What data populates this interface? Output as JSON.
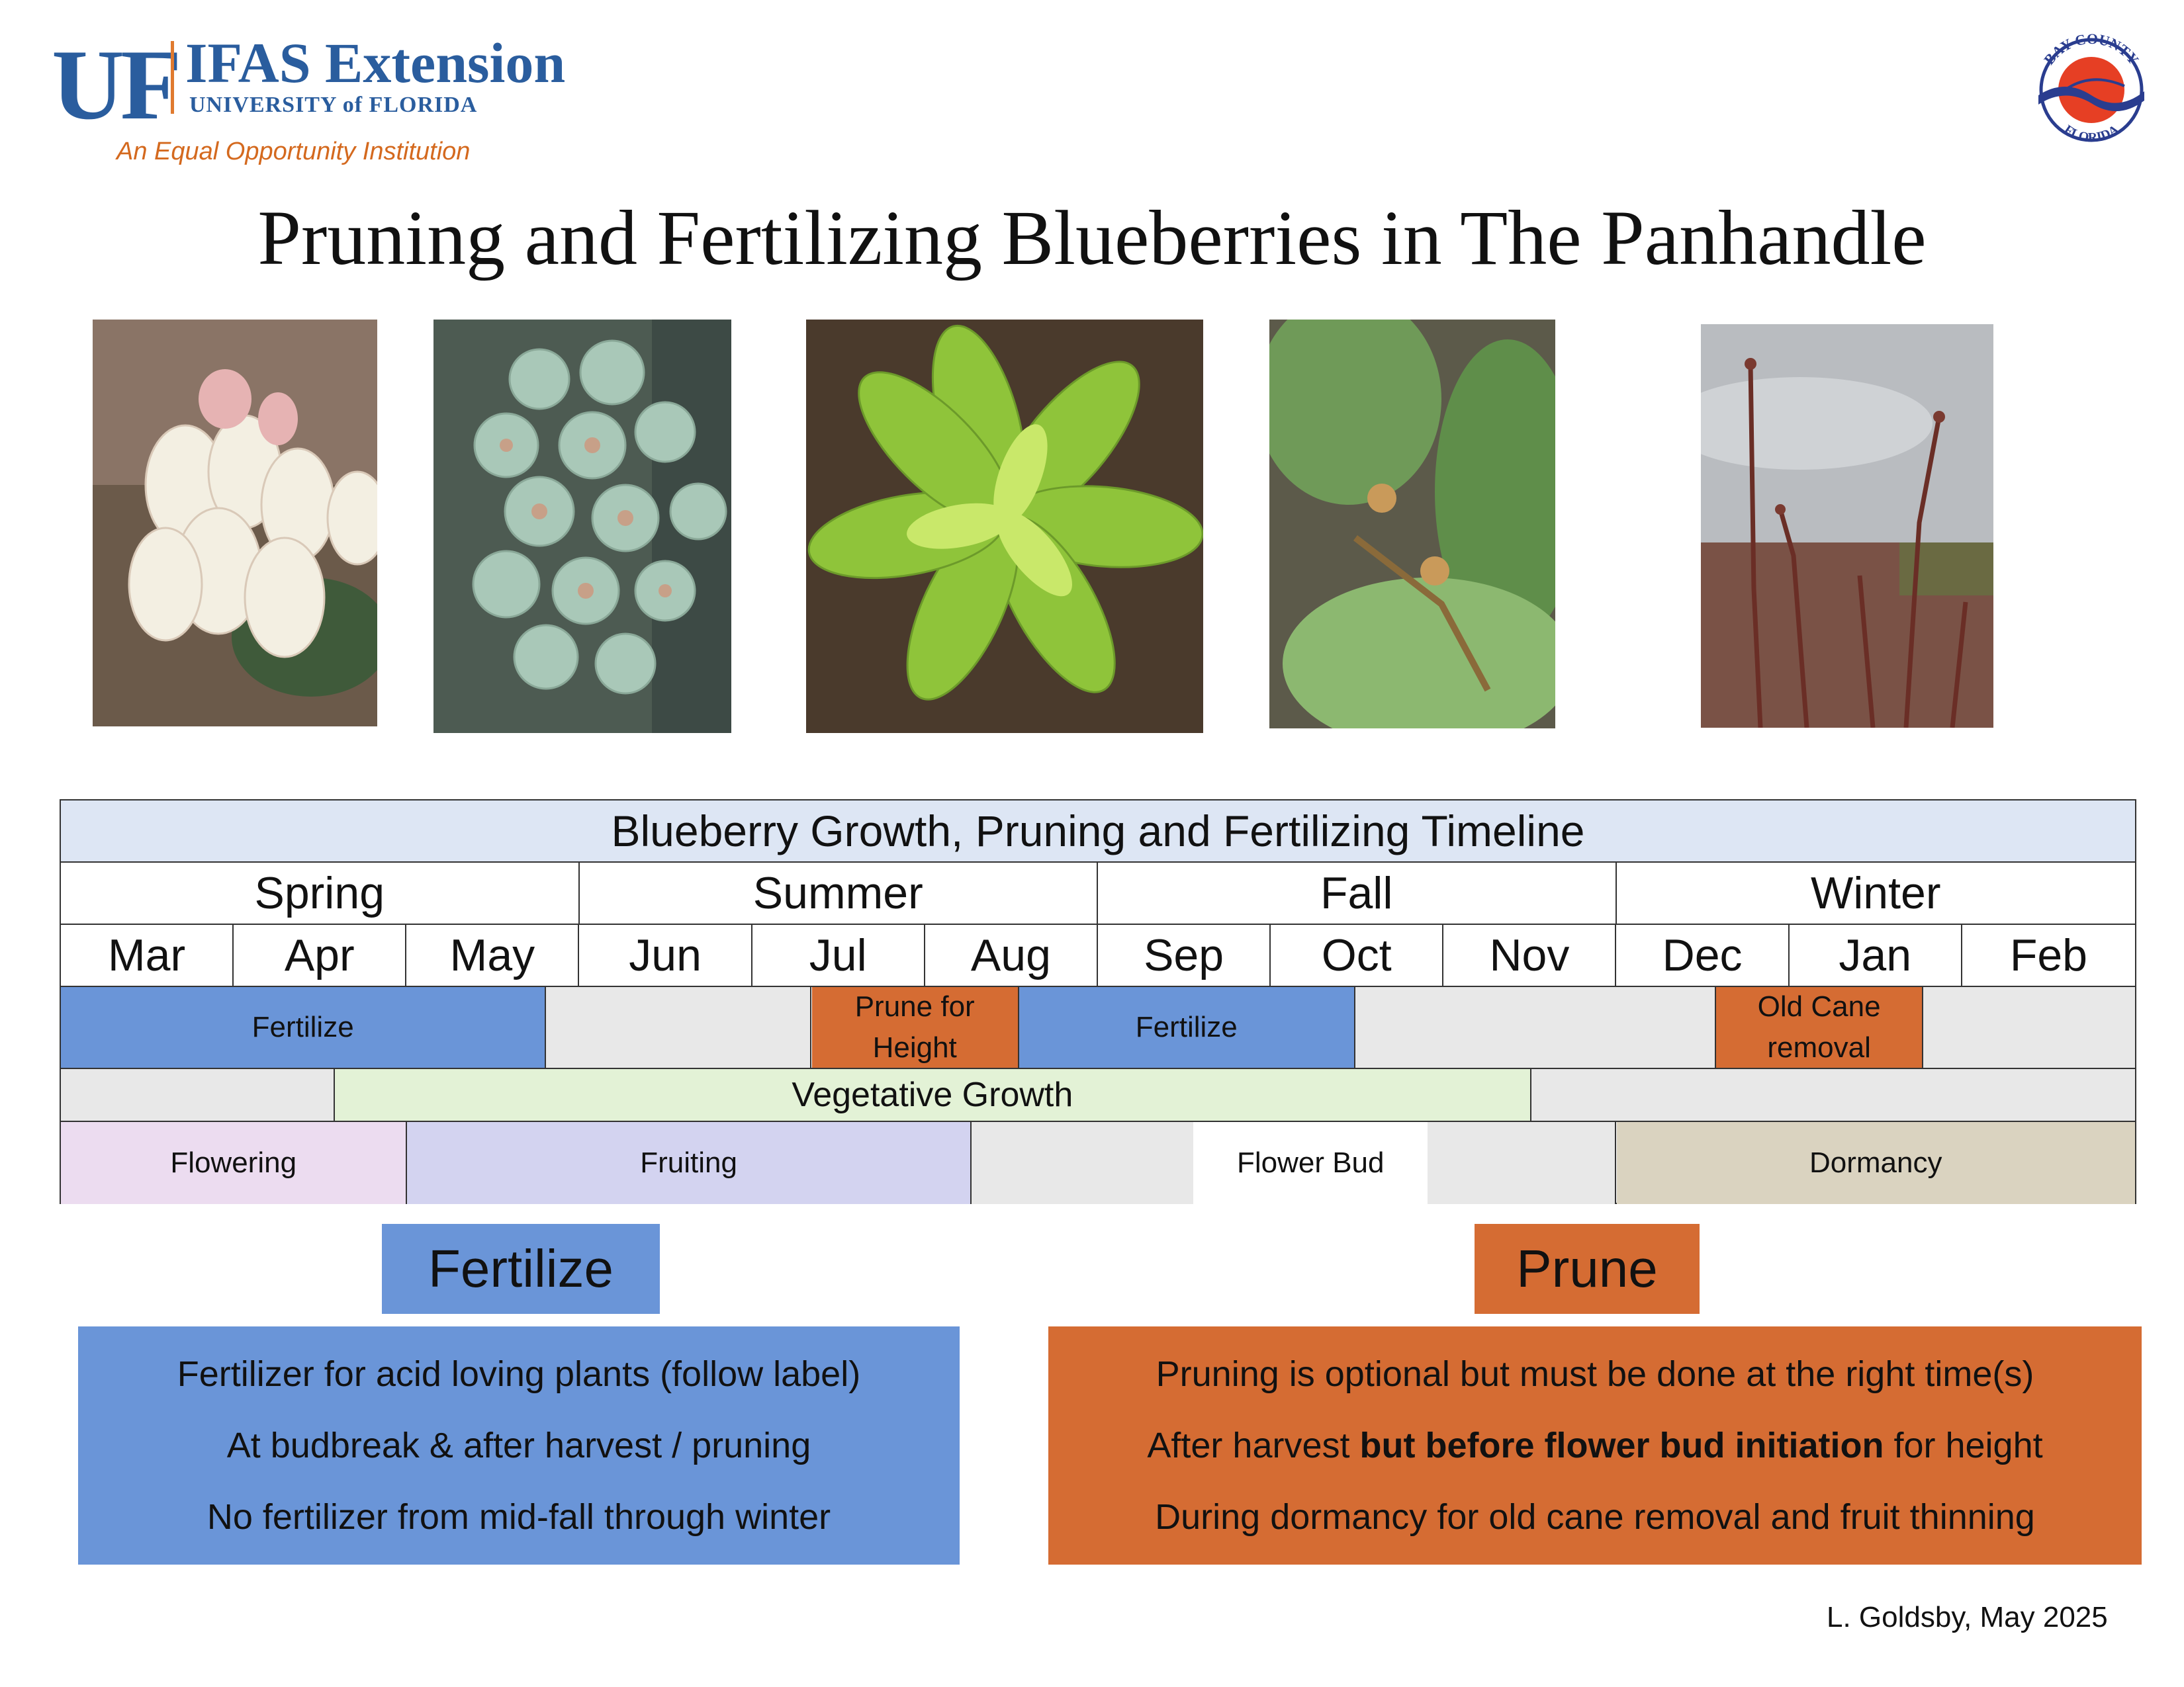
{
  "header": {
    "uf": "UF",
    "ifas": "IFAS Extension",
    "university": "UNIVERSITY of FLORIDA",
    "equal_opportunity": "An Equal Opportunity Institution",
    "seal_top": "BAY COUNTY",
    "seal_bottom": "FLORIDA"
  },
  "title": "Pruning and Fertilizing Blueberries in The Panhandle",
  "timeline": {
    "title": "Blueberry Growth, Pruning and Fertilizing Timeline",
    "seasons": [
      "Spring",
      "Summer",
      "Fall",
      "Winter"
    ],
    "months": [
      "Mar",
      "Apr",
      "May",
      "Jun",
      "Jul",
      "Aug",
      "Sep",
      "Oct",
      "Nov",
      "Dec",
      "Jan",
      "Feb"
    ],
    "activities": {
      "fertilize_1": "Fertilize",
      "prune_height": "Prune for Height",
      "fertilize_2": "Fertilize",
      "old_cane": "Old Cane removal"
    },
    "vegetative": "Vegetative Growth",
    "stages": {
      "flowering": "Flowering",
      "fruiting": "Fruiting",
      "flower_bud": "Flower Bud",
      "dormancy": "Dormancy"
    }
  },
  "fertilize": {
    "label": "Fertilize",
    "lines": [
      "Fertilizer for acid loving plants (follow label)",
      "At budbreak & after harvest / pruning",
      "No fertilizer from mid-fall through winter"
    ]
  },
  "prune": {
    "label": "Prune",
    "line1": "Pruning is optional but must be done at the right time(s)",
    "line2_pre": "After harvest ",
    "line2_bold": "but before flower bud initiation",
    "line2_post": " for height",
    "line3": "During dormancy for old cane removal and fruit thinning"
  },
  "credit": "L. Goldsby, May 2025",
  "colors": {
    "brand_blue": "#2a5d9e",
    "brand_orange": "#e07a2f",
    "fertilize": "#6a95d8",
    "prune": "#d56c33"
  }
}
